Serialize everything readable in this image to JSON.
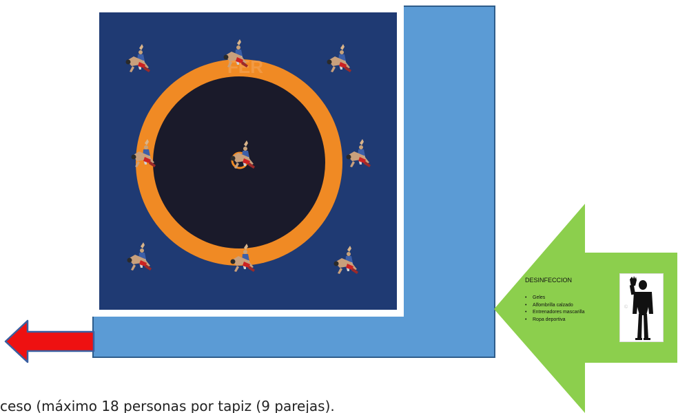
{
  "colors": {
    "floor": "#5b9bd5",
    "mat_blue": "#1f3a73",
    "ring_orange": "#f08a24",
    "center_dark": "#1a1a2a",
    "entry_arrow_green": "#8ccf4d",
    "exit_arrow_red": "#ee1111"
  },
  "mat": {
    "wrestler_pairs": 9,
    "icon": "wrestlers-pair-icon"
  },
  "disinfection": {
    "title": "DESINFECCION",
    "items": [
      "Geles",
      "Alfombrilla calzado",
      "Entrenadores mascarilla",
      "Ropa deportiva"
    ],
    "icon": "stop-hand-person-icon"
  },
  "exit": {
    "icon": "left-arrow-icon"
  },
  "caption": "ceso (máximo 18 personas por tapiz (9 parejas)."
}
